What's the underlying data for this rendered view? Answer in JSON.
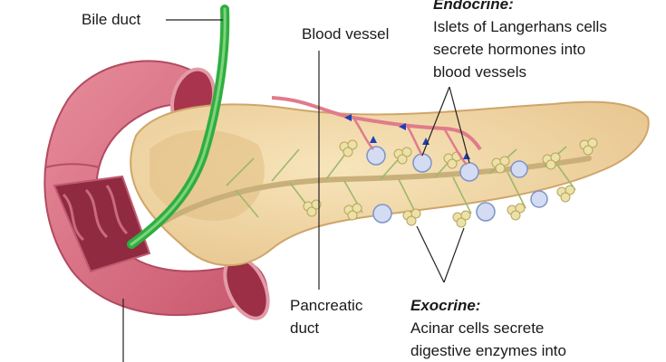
{
  "labels": {
    "bile_duct": "Bile duct",
    "blood_vessel": "Blood vessel",
    "endocrine_heading": "Endocrine:",
    "endocrine_lines": [
      "Islets of Langerhans cells",
      "secrete hormones into",
      "blood vessels"
    ],
    "pancreatic_duct_lines": [
      "Pancreatic",
      "duct"
    ],
    "exocrine_heading": "Exocrine:",
    "exocrine_lines": [
      "Acinar cells secrete",
      "digestive enzymes into"
    ]
  },
  "colors": {
    "pancreas_fill": "#f1d9a6",
    "pancreas_edge": "#d7b179",
    "duodenum": "#d66a7e",
    "duodenum_dark": "#a8344d",
    "bile_duct": "#2fae3f",
    "vessel": "#e07b8c",
    "arrow": "#1f3fb8",
    "acini": "#e4d79a",
    "islet": "#c9d6f0"
  }
}
